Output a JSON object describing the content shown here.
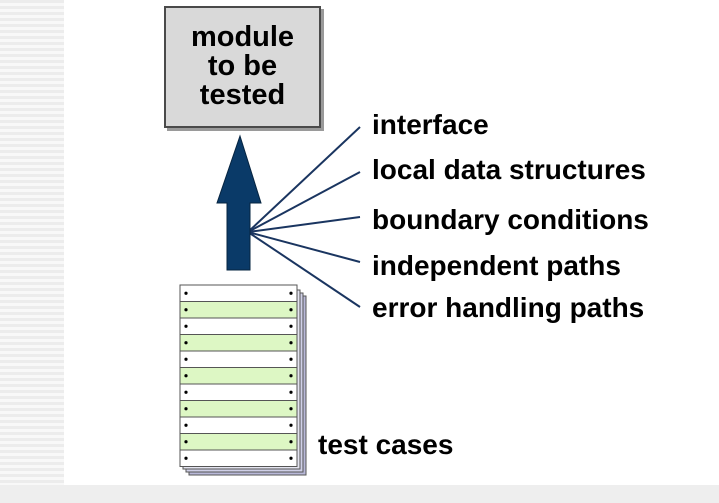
{
  "module": {
    "label": "module\nto be\ntested"
  },
  "attributes": [
    "interface",
    "local data structures",
    "boundary conditions",
    "independent paths",
    "error handling paths"
  ],
  "test_cases": {
    "label": "test cases"
  },
  "colors": {
    "arrow": "#0a3a68",
    "connector": "#1a3560",
    "box_fill": "#d9d9d9",
    "row_green": "#ddf7c4",
    "row_white": "#ffffff"
  }
}
